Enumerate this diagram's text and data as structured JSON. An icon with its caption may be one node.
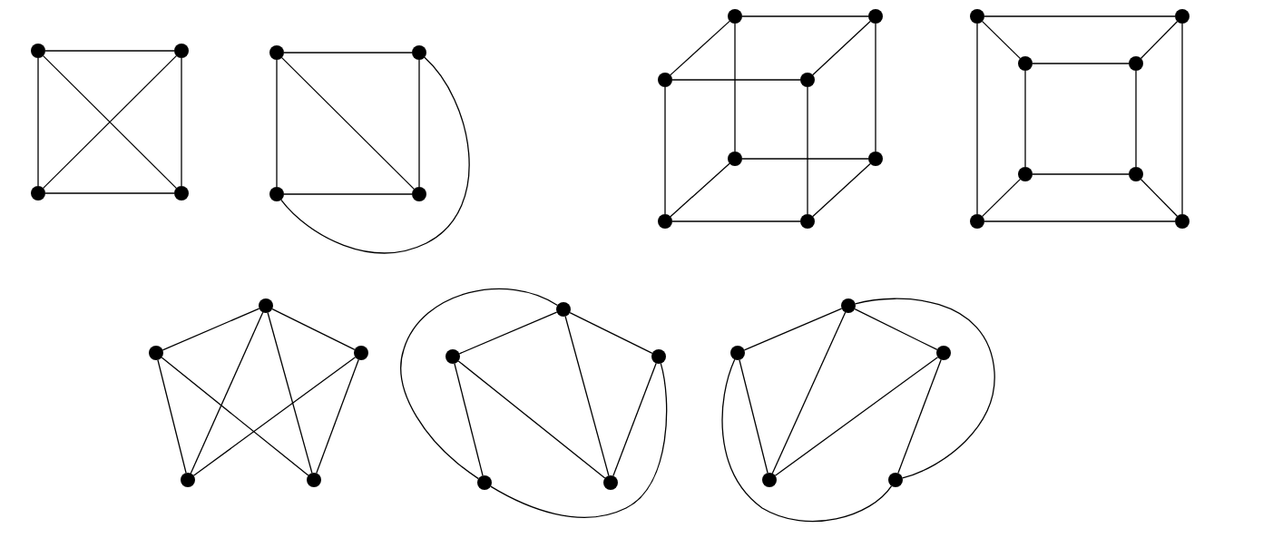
{
  "diagram": {
    "nodes": [
      {
        "text": [],
        "shape": "circle"
      },
      {
        "text": [],
        "shape": "circle"
      },
      {
        "text": [],
        "shape": "circle"
      },
      {
        "text": [],
        "shape": "circle"
      },
      {
        "text": [],
        "shape": "circle"
      },
      {
        "text": [],
        "shape": "circle"
      },
      {
        "text": [],
        "shape": "circle"
      },
      {
        "text": [],
        "shape": "circle"
      },
      {
        "text": [],
        "shape": "circle"
      },
      {
        "text": [],
        "shape": "circle"
      },
      {
        "text": [],
        "shape": "circle"
      },
      {
        "text": [],
        "shape": "circle"
      },
      {
        "text": [],
        "shape": "circle"
      },
      {
        "text": [],
        "shape": "circle"
      },
      {
        "text": [],
        "shape": "circle"
      },
      {
        "text": [],
        "shape": "circle"
      },
      {
        "text": [],
        "shape": "circle"
      },
      {
        "text": [],
        "shape": "circle"
      },
      {
        "text": [],
        "shape": "circle"
      },
      {
        "text": [],
        "shape": "circle"
      },
      {
        "text": [],
        "shape": "circle"
      },
      {
        "text": [],
        "shape": "circle"
      },
      {
        "text": [],
        "shape": "circle"
      },
      {
        "text": [],
        "shape": "circle"
      },
      {
        "text": [],
        "shape": "circle"
      },
      {
        "text": [],
        "shape": "circle"
      },
      {
        "text": [],
        "shape": "circle"
      },
      {
        "text": [],
        "shape": "circle"
      },
      {
        "text": [],
        "shape": "circle"
      },
      {
        "text": [],
        "shape": "circle"
      },
      {
        "text": [],
        "shape": "circle"
      },
      {
        "text": [],
        "shape": "circle"
      },
      {
        "text": [],
        "shape": "circle"
      },
      {
        "text": [],
        "shape": "circle"
      },
      {
        "text": [],
        "shape": "circle"
      },
      {
        "text": [],
        "shape": "circle"
      },
      {
        "text": [],
        "shape": "circle"
      },
      {
        "text": [],
        "shape": "circle"
      },
      {
        "text": [],
        "shape": "circle"
      }
    ],
    "edges": [
      {
        "from": 0,
        "to": 1,
        "arrow": "none"
      },
      {
        "from": 0,
        "to": 2,
        "arrow": "none"
      },
      {
        "from": 1,
        "to": 3,
        "arrow": "none"
      },
      {
        "from": 2,
        "to": 3,
        "arrow": "none"
      },
      {
        "from": 0,
        "to": 3,
        "arrow": "none"
      },
      {
        "from": 1,
        "to": 2,
        "arrow": "none"
      },
      {
        "from": 4,
        "to": 5,
        "arrow": "none"
      },
      {
        "from": 4,
        "to": 6,
        "arrow": "none"
      },
      {
        "from": 5,
        "to": 7,
        "arrow": "none"
      },
      {
        "from": 6,
        "to": 7,
        "arrow": "none"
      },
      {
        "from": 4,
        "to": 7,
        "arrow": "none"
      },
      {
        "from": 5,
        "to": 6,
        "arrow": "none"
      },
      {
        "from": 8,
        "to": 9,
        "arrow": "none"
      },
      {
        "from": 8,
        "to": 10,
        "arrow": "none"
      },
      {
        "from": 9,
        "to": 11,
        "arrow": "none"
      },
      {
        "from": 10,
        "to": 11,
        "arrow": "none"
      },
      {
        "from": 8,
        "to": 12,
        "arrow": "none"
      },
      {
        "from": 9,
        "to": 13,
        "arrow": "none"
      },
      {
        "from": 10,
        "to": 14,
        "arrow": "none"
      },
      {
        "from": 11,
        "to": 15,
        "arrow": "none"
      },
      {
        "from": 12,
        "to": 13,
        "arrow": "none"
      },
      {
        "from": 12,
        "to": 14,
        "arrow": "none"
      },
      {
        "from": 13,
        "to": 15,
        "arrow": "none"
      },
      {
        "from": 14,
        "to": 15,
        "arrow": "none"
      },
      {
        "from": 16,
        "to": 17,
        "arrow": "none"
      },
      {
        "from": 16,
        "to": 18,
        "arrow": "none"
      },
      {
        "from": 17,
        "to": 19,
        "arrow": "none"
      },
      {
        "from": 18,
        "to": 19,
        "arrow": "none"
      },
      {
        "from": 16,
        "to": 22,
        "arrow": "none"
      },
      {
        "from": 17,
        "to": 23,
        "arrow": "none"
      },
      {
        "from": 18,
        "to": 20,
        "arrow": "none"
      },
      {
        "from": 19,
        "to": 21,
        "arrow": "none"
      },
      {
        "from": 20,
        "to": 21,
        "arrow": "none"
      },
      {
        "from": 20,
        "to": 22,
        "arrow": "none"
      },
      {
        "from": 21,
        "to": 23,
        "arrow": "none"
      },
      {
        "from": 22,
        "to": 23,
        "arrow": "none"
      },
      {
        "from": 24,
        "to": 25,
        "arrow": "none"
      },
      {
        "from": 24,
        "to": 26,
        "arrow": "none"
      },
      {
        "from": 24,
        "to": 27,
        "arrow": "none"
      },
      {
        "from": 24,
        "to": 28,
        "arrow": "none"
      },
      {
        "from": 25,
        "to": 27,
        "arrow": "none"
      },
      {
        "from": 25,
        "to": 28,
        "arrow": "none"
      },
      {
        "from": 26,
        "to": 27,
        "arrow": "none"
      },
      {
        "from": 26,
        "to": 28,
        "arrow": "none"
      },
      {
        "from": 29,
        "to": 30,
        "arrow": "none"
      },
      {
        "from": 29,
        "to": 31,
        "arrow": "none"
      },
      {
        "from": 29,
        "to": 33,
        "arrow": "none"
      },
      {
        "from": 30,
        "to": 32,
        "arrow": "none"
      },
      {
        "from": 30,
        "to": 33,
        "arrow": "none"
      },
      {
        "from": 31,
        "to": 33,
        "arrow": "none"
      },
      {
        "from": 32,
        "to": 29,
        "arrow": "none"
      },
      {
        "from": 32,
        "to": 31,
        "arrow": "none"
      },
      {
        "from": 34,
        "to": 35,
        "arrow": "none"
      },
      {
        "from": 34,
        "to": 36,
        "arrow": "none"
      },
      {
        "from": 34,
        "to": 37,
        "arrow": "none"
      },
      {
        "from": 35,
        "to": 37,
        "arrow": "none"
      },
      {
        "from": 36,
        "to": 37,
        "arrow": "none"
      },
      {
        "from": 36,
        "to": 38,
        "arrow": "none"
      },
      {
        "from": 34,
        "to": 38,
        "arrow": "none"
      },
      {
        "from": 35,
        "to": 38,
        "arrow": "none"
      }
    ]
  }
}
